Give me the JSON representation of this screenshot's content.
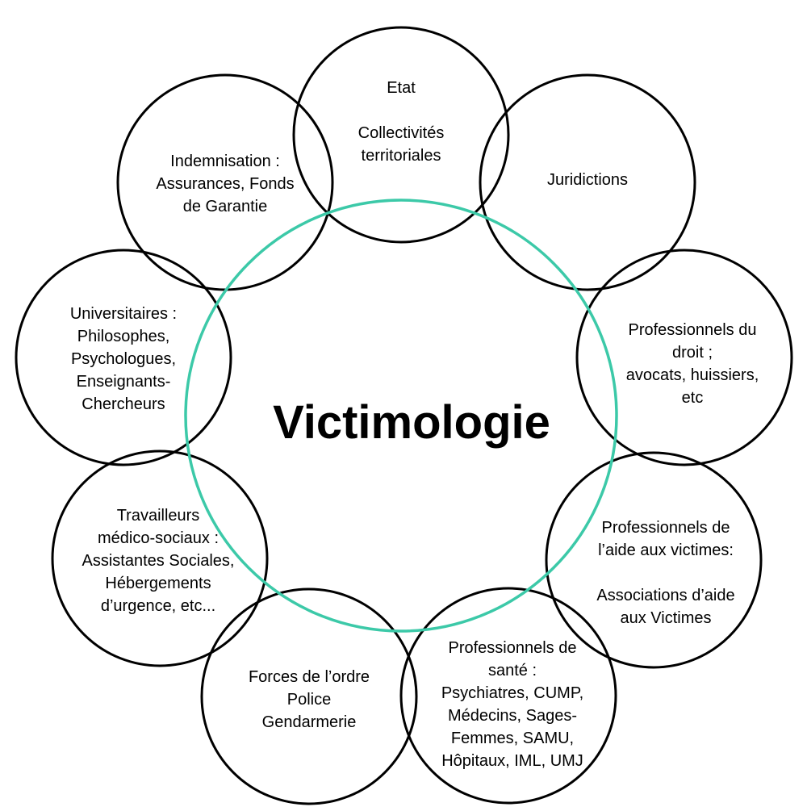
{
  "center": {
    "title": "Victimologie",
    "ring_color": "#3cc9a8"
  },
  "node_stroke_color": "#000000",
  "nodes": [
    {
      "id": "etat",
      "text": "Etat\n\nCollectivités\nterritoriales"
    },
    {
      "id": "juridictions",
      "text": "Juridictions"
    },
    {
      "id": "professionnels-du-droit",
      "text": "Professionnels du\ndroit ;\navocats, huissiers,\netc"
    },
    {
      "id": "aide-aux-victimes",
      "text": "Professionnels de\nl’aide aux victimes:\n\nAssociations d’aide\naux Victimes"
    },
    {
      "id": "sante",
      "text": "Professionnels de\nsanté :\nPsychiatres, CUMP,\nMédecins, Sages-\nFemmes, SAMU,\nHôpitaux, IML, UMJ"
    },
    {
      "id": "forces-de-l-ordre",
      "text": "Forces de l’ordre\nPolice\nGendarmerie"
    },
    {
      "id": "travailleurs-medico-sociaux",
      "text": "Travailleurs\nmédico-sociaux :\nAssistantes Sociales,\nHébergements\nd’urgence, etc..."
    },
    {
      "id": "universitaires",
      "text": "Universitaires :\nPhilosophes,\nPsychologues,\nEnseignants-\nChercheurs"
    },
    {
      "id": "indemnisation",
      "text": "Indemnisation :\nAssurances, Fonds\nde Garantie"
    }
  ]
}
